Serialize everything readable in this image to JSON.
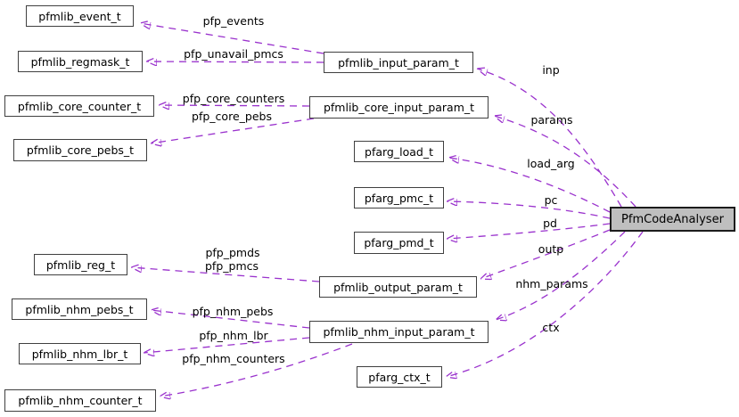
{
  "diagram": {
    "kind": "collaboration-graph",
    "background": "#ffffff",
    "edge_color": "#9a32cd",
    "main_node": {
      "label": "PfmCodeAnalyser",
      "fill": "#bfbfbf",
      "border": "#1c1c1c"
    },
    "nodes": [
      {
        "id": "pfmlib_event_t",
        "label": "pfmlib_event_t"
      },
      {
        "id": "pfmlib_regmask_t",
        "label": "pfmlib_regmask_t"
      },
      {
        "id": "pfmlib_core_counter_t",
        "label": "pfmlib_core_counter_t"
      },
      {
        "id": "pfmlib_core_pebs_t",
        "label": "pfmlib_core_pebs_t"
      },
      {
        "id": "pfmlib_input_param_t",
        "label": "pfmlib_input_param_t"
      },
      {
        "id": "pfmlib_core_input_param_t",
        "label": "pfmlib_core_input_param_t"
      },
      {
        "id": "pfarg_load_t",
        "label": "pfarg_load_t"
      },
      {
        "id": "pfarg_pmc_t",
        "label": "pfarg_pmc_t"
      },
      {
        "id": "pfarg_pmd_t",
        "label": "pfarg_pmd_t"
      },
      {
        "id": "pfmlib_reg_t",
        "label": "pfmlib_reg_t"
      },
      {
        "id": "pfmlib_output_param_t",
        "label": "pfmlib_output_param_t"
      },
      {
        "id": "pfmlib_nhm_pebs_t",
        "label": "pfmlib_nhm_pebs_t"
      },
      {
        "id": "pfmlib_nhm_lbr_t",
        "label": "pfmlib_nhm_lbr_t"
      },
      {
        "id": "pfmlib_nhm_input_param_t",
        "label": "pfmlib_nhm_input_param_t"
      },
      {
        "id": "pfmlib_nhm_counter_t",
        "label": "pfmlib_nhm_counter_t"
      },
      {
        "id": "pfarg_ctx_t",
        "label": "pfarg_ctx_t"
      }
    ],
    "edge_labels": {
      "pfp_events": "pfp_events",
      "pfp_unavail_pmcs": "pfp_unavail_pmcs",
      "pfp_core_counters": "pfp_core_counters",
      "pfp_core_pebs": "pfp_core_pebs",
      "pfp_pmds": "pfp_pmds",
      "pfp_pmcs": "pfp_pmcs",
      "pfp_nhm_pebs": "pfp_nhm_pebs",
      "pfp_nhm_lbr": "pfp_nhm_lbr",
      "pfp_nhm_counters": "pfp_nhm_counters",
      "inp": "inp",
      "params": "params",
      "load_arg": "load_arg",
      "pc": "pc",
      "pd": "pd",
      "outp": "outp",
      "nhm_params": "nhm_params",
      "ctx": "ctx"
    },
    "edges": [
      {
        "from": "pfmlib_input_param_t",
        "to": "pfmlib_event_t",
        "label": "pfp_events"
      },
      {
        "from": "pfmlib_input_param_t",
        "to": "pfmlib_regmask_t",
        "label": "pfp_unavail_pmcs"
      },
      {
        "from": "pfmlib_core_input_param_t",
        "to": "pfmlib_core_counter_t",
        "label": "pfp_core_counters"
      },
      {
        "from": "pfmlib_core_input_param_t",
        "to": "pfmlib_core_pebs_t",
        "label": "pfp_core_pebs"
      },
      {
        "from": "pfmlib_output_param_t",
        "to": "pfmlib_reg_t",
        "label": "pfp_pmds / pfp_pmcs"
      },
      {
        "from": "pfmlib_nhm_input_param_t",
        "to": "pfmlib_nhm_pebs_t",
        "label": "pfp_nhm_pebs"
      },
      {
        "from": "pfmlib_nhm_input_param_t",
        "to": "pfmlib_nhm_lbr_t",
        "label": "pfp_nhm_lbr"
      },
      {
        "from": "pfmlib_nhm_input_param_t",
        "to": "pfmlib_nhm_counter_t",
        "label": "pfp_nhm_counters"
      },
      {
        "from": "PfmCodeAnalyser",
        "to": "pfmlib_input_param_t",
        "label": "inp"
      },
      {
        "from": "PfmCodeAnalyser",
        "to": "pfmlib_core_input_param_t",
        "label": "params"
      },
      {
        "from": "PfmCodeAnalyser",
        "to": "pfarg_load_t",
        "label": "load_arg"
      },
      {
        "from": "PfmCodeAnalyser",
        "to": "pfarg_pmc_t",
        "label": "pc"
      },
      {
        "from": "PfmCodeAnalyser",
        "to": "pfarg_pmd_t",
        "label": "pd"
      },
      {
        "from": "PfmCodeAnalyser",
        "to": "pfmlib_output_param_t",
        "label": "outp"
      },
      {
        "from": "PfmCodeAnalyser",
        "to": "pfmlib_nhm_input_param_t",
        "label": "nhm_params"
      },
      {
        "from": "PfmCodeAnalyser",
        "to": "pfarg_ctx_t",
        "label": "ctx"
      }
    ]
  }
}
